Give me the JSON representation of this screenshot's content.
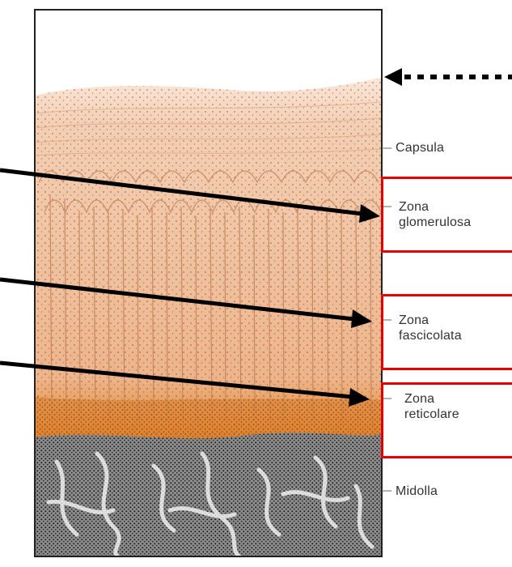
{
  "labels": {
    "capsula": "Capsula",
    "glomerulosa_l1": "Zona",
    "glomerulosa_l2": "glomerulosa",
    "fascicolata_l1": "Zona",
    "fascicolata_l2": "fascicolata",
    "reticolare_l1": "Zona",
    "reticolare_l2": "reticolare",
    "midolla": "Midolla"
  },
  "colors": {
    "highlight_box": "#e30000",
    "arrow": "#000000",
    "capsule_tissue": "#f6d4bd",
    "glomerulosa_tissue": "#efc09f",
    "fascicolata_tissue": "#f0bf98",
    "reticolare_tissue": "#e98a3c",
    "medulla_tissue": "#a9a9a9"
  },
  "icons": {
    "pointer": "dotted-left-arrow-icon"
  }
}
